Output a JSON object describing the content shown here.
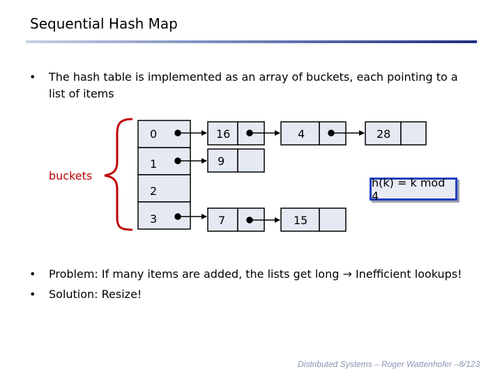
{
  "slide": {
    "title": "Sequential Hash Map",
    "bullets": [
      "The hash table is implemented as an array of buckets, each pointing to a list of items",
      "Problem: If many items are added, the lists get long",
      "Inefficient lookups!",
      "Solution: Resize!"
    ],
    "bullet_symbol": "•",
    "arrow_symbol": "→",
    "footer": "Distributed Systems  –  Roger Wattenhofer  –8/123"
  },
  "diagram": {
    "buckets_label": "buckets",
    "bucket_indices": [
      "0",
      "1",
      "2",
      "3"
    ],
    "nodes": {
      "n16": "16",
      "n4": "4",
      "n28": "28",
      "n9": "9",
      "n7": "7",
      "n15": "15"
    },
    "hash_function": "h(k) = k mod 4",
    "colors": {
      "brace": "#c00000",
      "buckets_label": "#c00000",
      "cell_fill": "#e4e9f2",
      "hash_border": "#1f3fbf"
    }
  }
}
